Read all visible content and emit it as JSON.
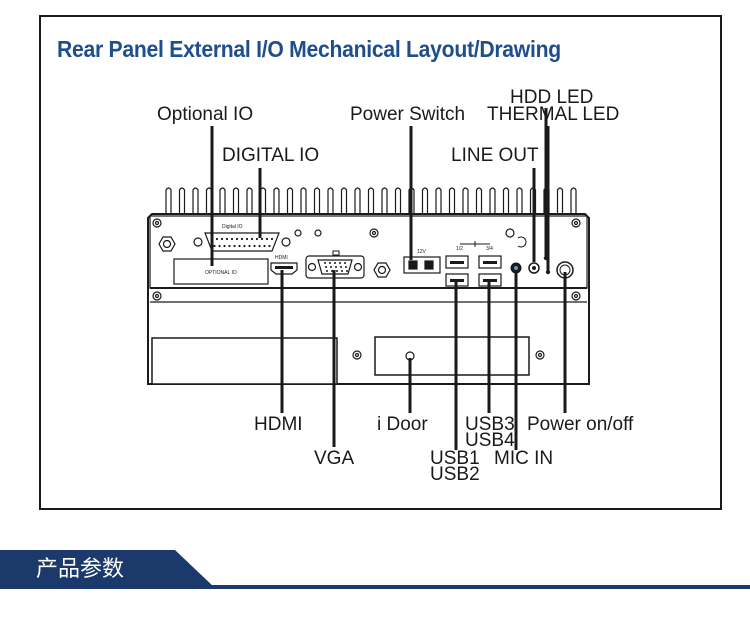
{
  "title": "Rear Panel External I/O Mechanical Layout/Drawing",
  "labels": {
    "optional_io": "Optional IO",
    "digital_io": "DIGITAL IO",
    "power_switch": "Power Switch",
    "hdd_led": "HDD LED",
    "thermal_led": "THERMAL LED",
    "line_out": "LINE OUT",
    "hdmi": "HDMI",
    "vga": "VGA",
    "i_door": "i Door",
    "usb3": "USB3",
    "usb4": "USB4",
    "usb1": "USB1",
    "usb2": "USB2",
    "mic_in": "MIC IN",
    "power_onoff": "Power on/off"
  },
  "panel_marks": {
    "digital_io": "Digital IO",
    "optional_io": "OPTIONAL IO",
    "hdmi": "HDMI",
    "usb12": "1/2",
    "usb34": "3/4",
    "pwr": "12V"
  },
  "section": {
    "title": "产品参数",
    "color": "#1b3a6b"
  },
  "colors": {
    "title": "#1f4e8c",
    "line": "#1a1a1a"
  }
}
